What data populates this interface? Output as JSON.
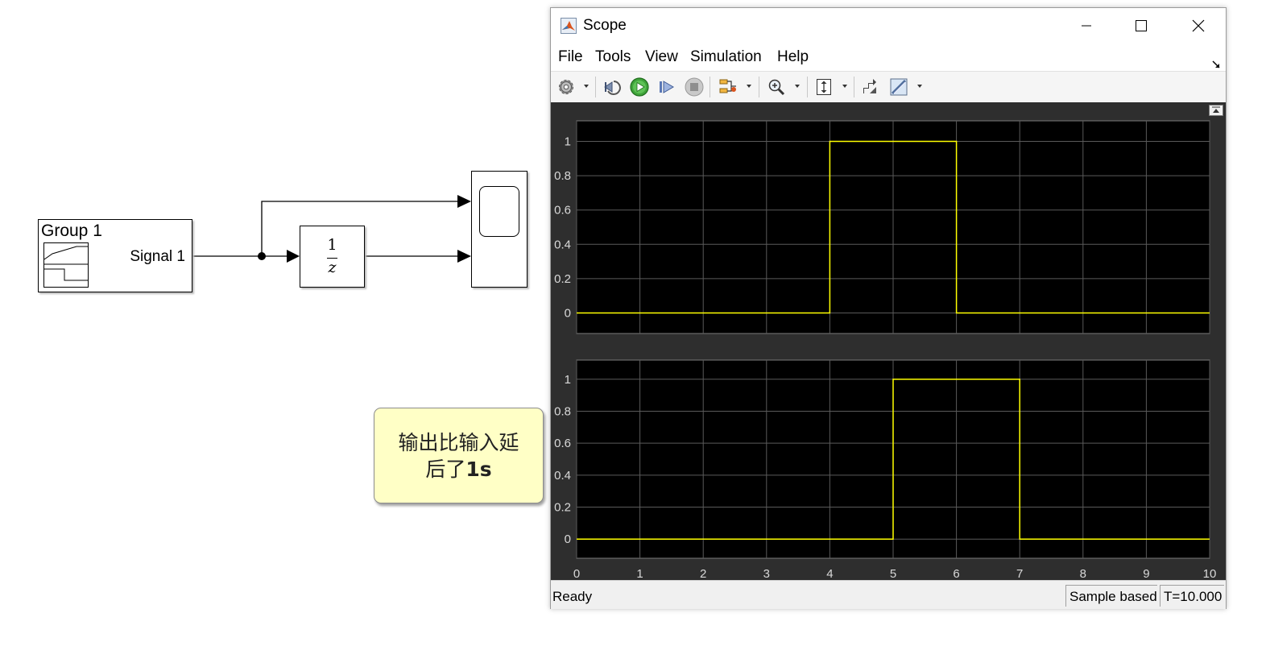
{
  "model": {
    "signal_builder": {
      "title": "Group 1",
      "output_label": "Signal 1"
    },
    "delay_block": {
      "numerator": "1",
      "denominator": "z"
    },
    "annotation": {
      "line1": "输出比输入延",
      "line2_prefix": "后了",
      "line2_bold": "1s"
    }
  },
  "scope_window": {
    "title": "Scope",
    "menu": [
      "File",
      "Tools",
      "View",
      "Simulation",
      "Help"
    ],
    "toolbar_icons": [
      "gear-icon",
      "step-back-icon",
      "run-icon",
      "step-forward-icon",
      "stop-icon",
      "signal-selector-icon",
      "zoom-in-icon",
      "autoscale-icon",
      "highlight-block-icon",
      "measurements-icon"
    ],
    "status": {
      "state": "Ready",
      "mode": "Sample based",
      "time": "T=10.000"
    },
    "colors": {
      "plot_bg": "#000000",
      "figure_bg": "#2e2e2e",
      "trace": "#ffff00",
      "grid": "#5a5a5a",
      "ticks": "#d9d9d9"
    }
  },
  "chart_data": [
    {
      "type": "line",
      "step": true,
      "x_ticks": [
        "0",
        "1",
        "2",
        "3",
        "4",
        "5",
        "6",
        "7",
        "8",
        "9",
        "10"
      ],
      "y_ticks": [
        "0",
        "0.2",
        "0.4",
        "0.6",
        "0.8",
        "1"
      ],
      "xlim": [
        0,
        10
      ],
      "ylim": [
        -0.12,
        1.12
      ],
      "grid": true,
      "series": [
        {
          "x": [
            0,
            4,
            4,
            6,
            6,
            10
          ],
          "y": [
            0,
            0,
            1,
            1,
            0,
            0
          ]
        }
      ]
    },
    {
      "type": "line",
      "step": true,
      "x_ticks": [
        "0",
        "1",
        "2",
        "3",
        "4",
        "5",
        "6",
        "7",
        "8",
        "9",
        "10"
      ],
      "y_ticks": [
        "0",
        "0.2",
        "0.4",
        "0.6",
        "0.8",
        "1"
      ],
      "xlim": [
        0,
        10
      ],
      "ylim": [
        -0.12,
        1.12
      ],
      "grid": true,
      "series": [
        {
          "x": [
            0,
            5,
            5,
            7,
            7,
            10
          ],
          "y": [
            0,
            0,
            1,
            1,
            0,
            0
          ]
        }
      ]
    }
  ]
}
